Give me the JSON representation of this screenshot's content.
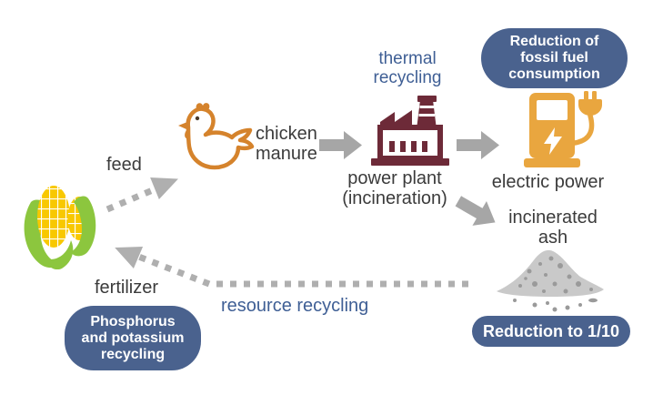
{
  "diagram": {
    "labels": {
      "feed": "feed",
      "chicken_manure": [
        "chicken",
        "manure"
      ],
      "thermal_recycling": [
        "thermal",
        "recycling"
      ],
      "power_plant": [
        "power plant",
        "(incineration)"
      ],
      "electric_power": "electric power",
      "incinerated_ash": [
        "incinerated",
        "ash"
      ],
      "resource_recycling": "resource recycling",
      "fertilizer": "fertilizer"
    },
    "badges": {
      "fossil_fuel": [
        "Reduction of",
        "fossil fuel",
        "consumption"
      ],
      "ash_reduction": "Reduction to 1/10",
      "phosphorus": [
        "Phosphorus",
        "and potassium",
        "recycling"
      ]
    },
    "icons": {
      "corn": "corn-icon",
      "chicken": "chicken-icon",
      "power_plant": "factory-icon",
      "electric_power": "ev-charger-icon",
      "ash": "ash-pile-icon"
    },
    "colors": {
      "background": "#FFFFFF",
      "badge_navy": "#4A628E",
      "navy_text": "#3F5F95",
      "label_text": "#3B3B3B",
      "arrow_gray": "#A6A6A6",
      "dotted_gray": "#AFAFAF",
      "chicken_orange": "#D5832C",
      "factory_maroon": "#6D2A38",
      "charger_amber": "#E9A63F",
      "corn_yellow": "#F8C800",
      "corn_green": "#8CC63E",
      "ash_gray": "#C9C9C9",
      "ash_dot_gray": "#9A9A9A",
      "eye_dark": "#4A3A2A"
    }
  }
}
